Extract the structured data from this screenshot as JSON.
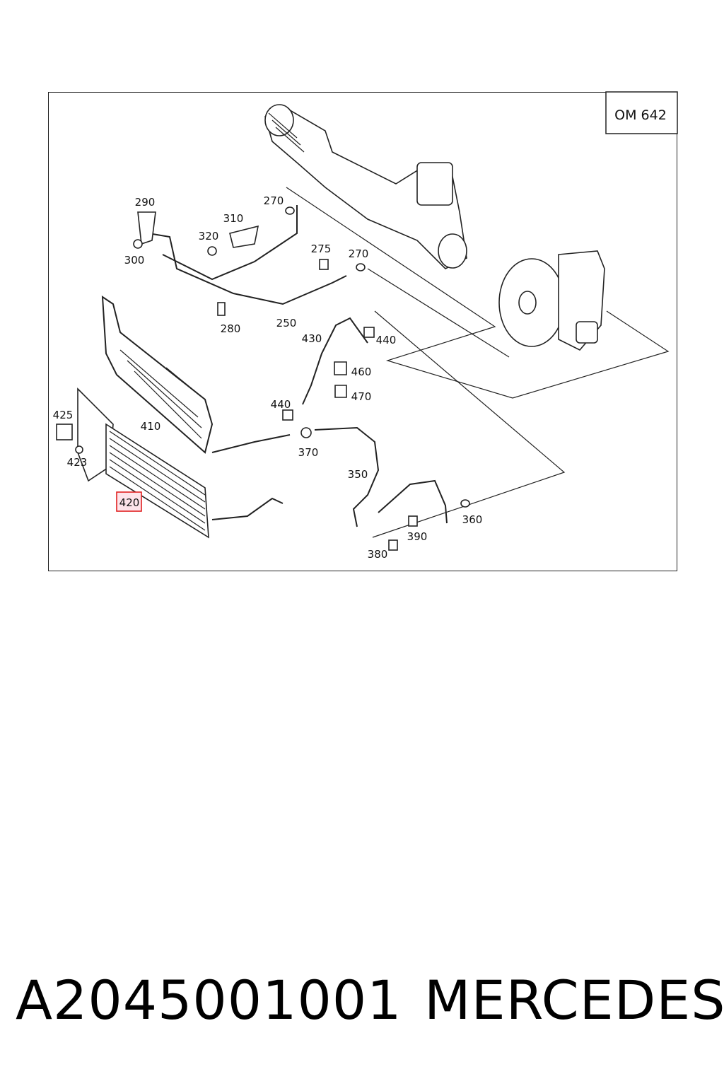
{
  "engine_label": "OM 642",
  "callouts": {
    "c290": "290",
    "c300": "300",
    "c310": "310",
    "c320": "320",
    "c270a": "270",
    "c270b": "270",
    "c275": "275",
    "c280": "280",
    "c250": "250",
    "c430": "430",
    "c440a": "440",
    "c440b": "440",
    "c460": "460",
    "c470": "470",
    "c410": "410",
    "c425": "425",
    "c423": "423",
    "c420": "420",
    "c370": "370",
    "c350": "350",
    "c360": "360",
    "c390": "390",
    "c380": "380"
  },
  "highlight_color": "#e02020",
  "footer": {
    "part_number": "A2045001001",
    "brand": "MERCEDES"
  }
}
